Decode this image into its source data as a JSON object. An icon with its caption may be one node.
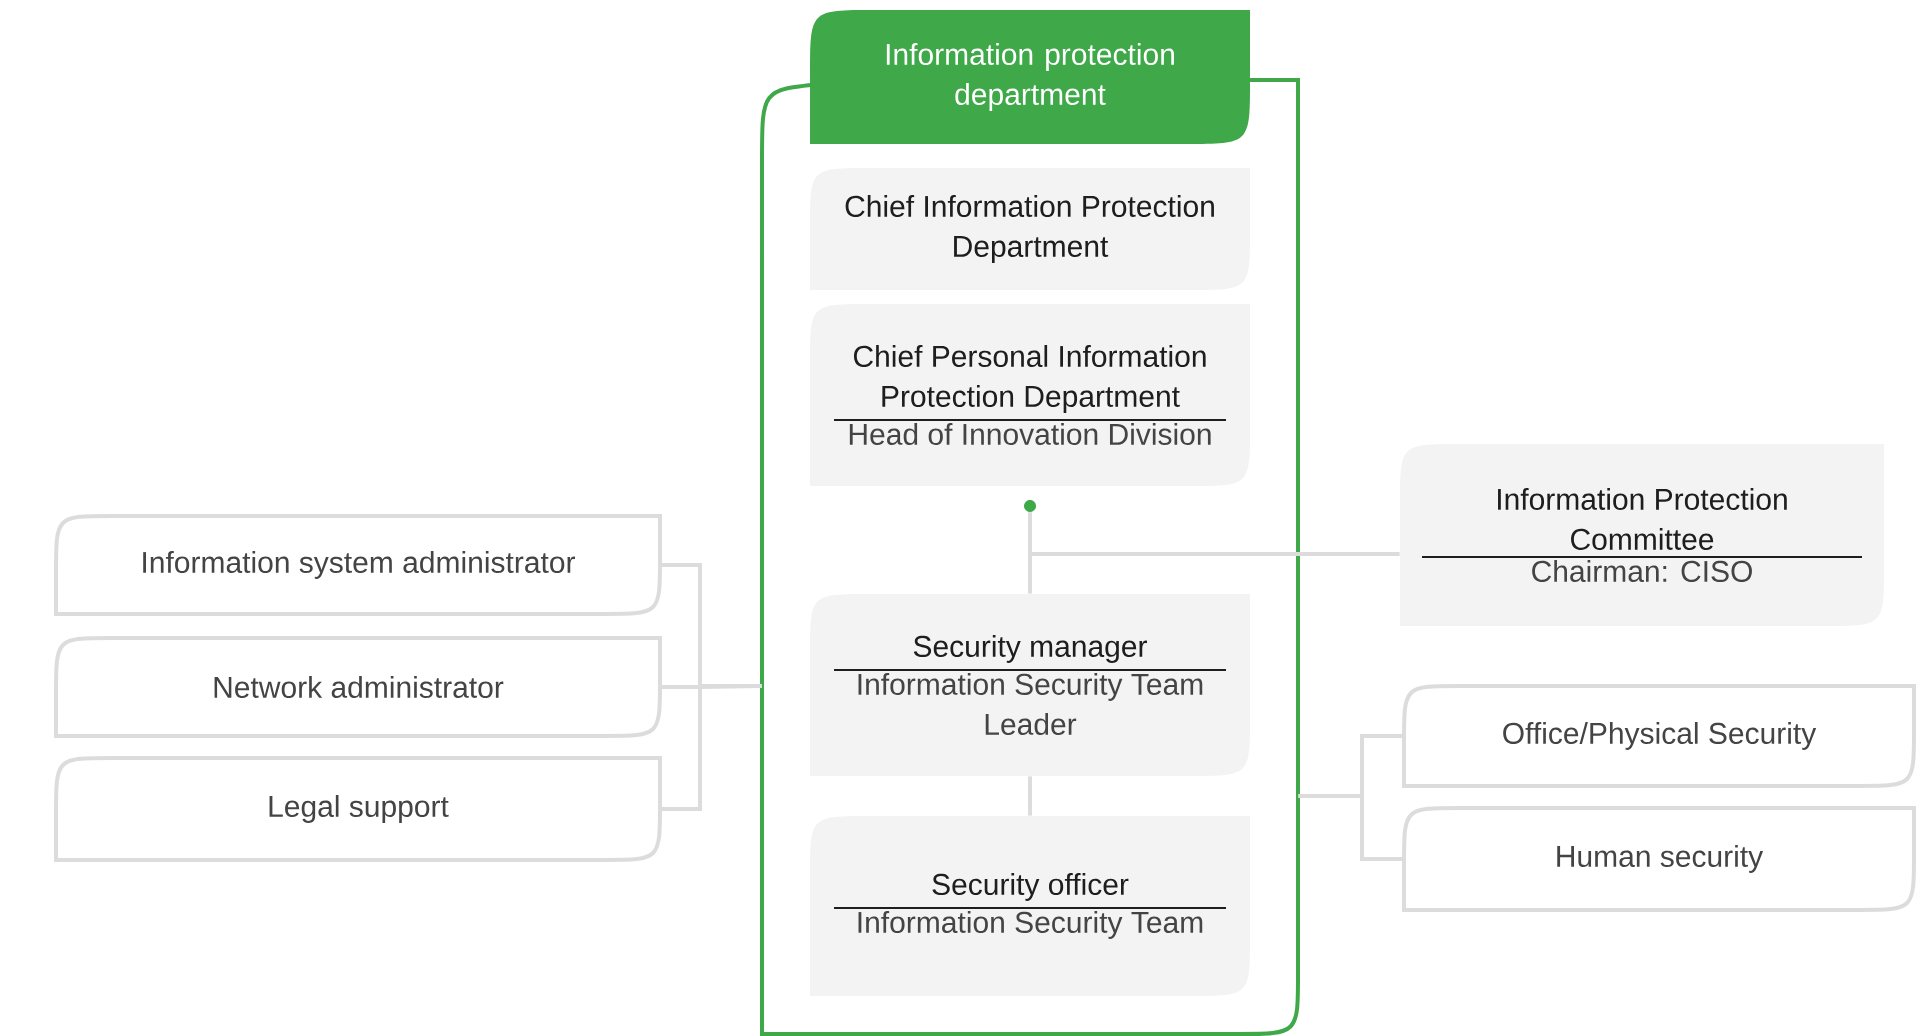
{
  "diagram": {
    "nodes": [
      {
        "text": [
          "Information protection department"
        ]
      },
      {
        "text": [
          "Chief Information Protection Department"
        ],
        "in": 0
      },
      {
        "text": [
          "Chief Personal Information Protection Department",
          "Head of Innovation Division"
        ],
        "in": 0
      },
      {
        "text": [],
        "shape": "circle",
        "in": 0
      },
      {
        "text": [
          "Security manager",
          "Information Security Team Leader"
        ],
        "in": 0
      },
      {
        "text": [
          "Security officer",
          "Information Security Team"
        ],
        "in": 0
      },
      {
        "text": [
          "Information Protection Committee",
          "Chairman: CISO"
        ]
      },
      {
        "text": [
          "Information system administrator"
        ]
      },
      {
        "text": [
          "Network administrator"
        ]
      },
      {
        "text": [
          "Legal support"
        ]
      },
      {
        "text": [
          "Office/Physical Security"
        ]
      },
      {
        "text": [
          "Human security"
        ]
      }
    ],
    "edges": [
      {
        "from": 3,
        "to": 4,
        "arrow": "none"
      },
      {
        "from": 3,
        "to": 6,
        "arrow": "none"
      },
      {
        "from": 4,
        "to": 5,
        "arrow": "none"
      },
      {
        "from": 7,
        "to": 0,
        "arrow": "none"
      },
      {
        "from": 8,
        "to": 0,
        "arrow": "none"
      },
      {
        "from": 9,
        "to": 0,
        "arrow": "none"
      },
      {
        "from": 0,
        "to": 10,
        "arrow": "none"
      },
      {
        "from": 0,
        "to": 11,
        "arrow": "none"
      }
    ]
  }
}
